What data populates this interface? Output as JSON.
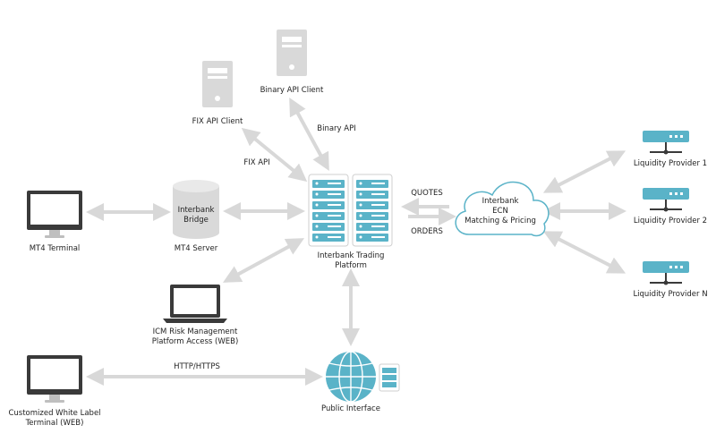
{
  "colors": {
    "accent": "#5ab3c8",
    "line": "#d8d8d8",
    "dark": "#333333",
    "server": "#d9d9d9"
  },
  "nodes": {
    "mt4_terminal": "MT4 Terminal",
    "mt4_server": "MT4 Server",
    "bridge_line1": "Interbank",
    "bridge_line2": "Bridge",
    "fix_api_client": "FIX API Client",
    "binary_api_client": "Binary API Client",
    "platform_line1": "Interbank Trading",
    "platform_line2": "Platform",
    "ecn_line1": "Interbank",
    "ecn_line2": "ECN",
    "ecn_line3": "Matching & Pricing",
    "risk_line1": "ICM Risk Management",
    "risk_line2": "Platform Access (WEB)",
    "wl_line1": "Customized White Label",
    "wl_line2": "Terminal  (WEB)",
    "public_interface": "Public Interface",
    "lp1": "Liquidity Provider 1",
    "lp2": "Liquidity Provider 2",
    "lpn": "Liquidity Provider N"
  },
  "edges": {
    "fix_api": "FIX API",
    "binary_api": "Binary API",
    "quotes": "QUOTES",
    "orders": "ORDERS",
    "http": "HTTP/HTTPS"
  }
}
